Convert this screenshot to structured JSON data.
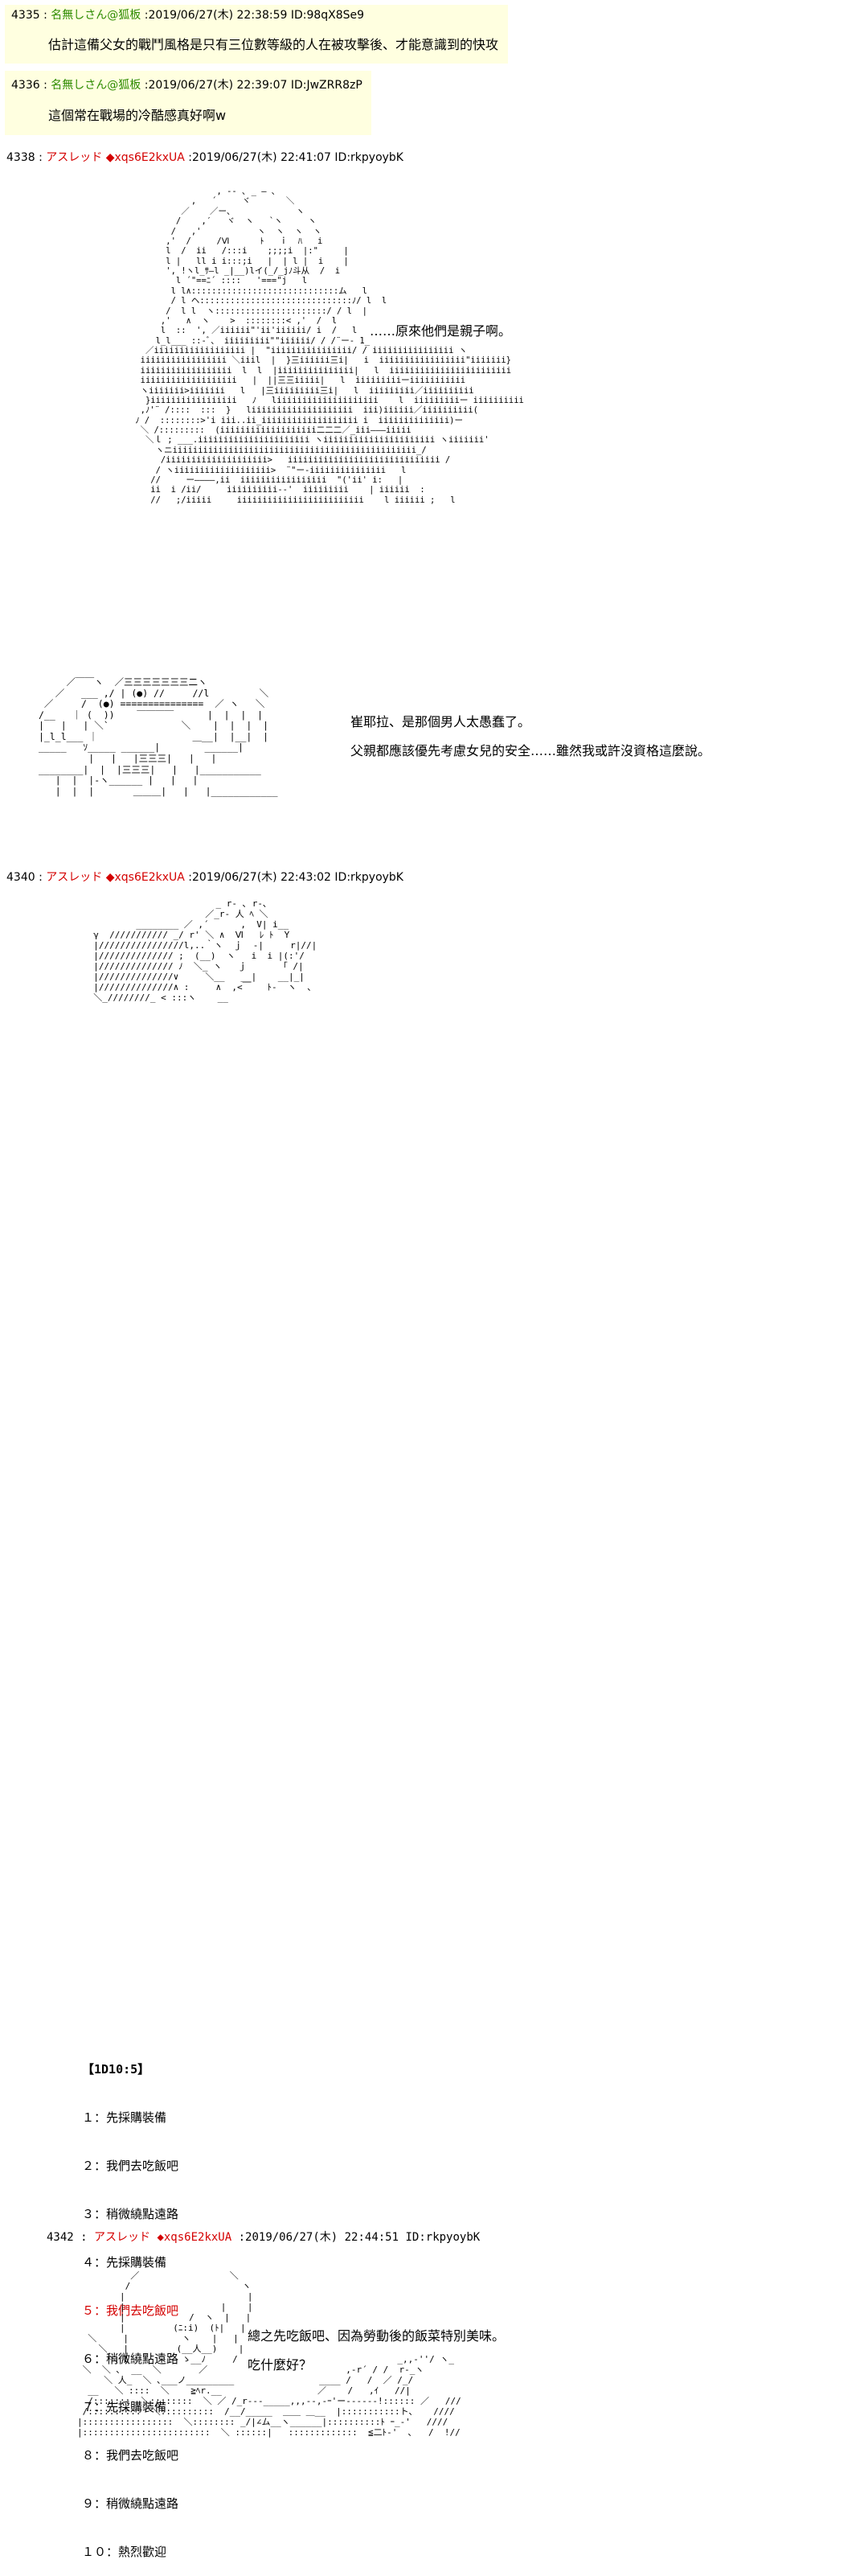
{
  "posts": [
    {
      "num": "4335",
      "name": "名無しさん@狐板",
      "date": "2019/06/27(木) 22:38:59",
      "id": "ID:98qX8Se9",
      "lines": [
        "估計這備父女的戰鬥風格是只有三位數等級的人在被攻擊後、才能意識到的快攻"
      ]
    },
    {
      "num": "4336",
      "name": "名無しさん@狐板",
      "date": "2019/06/27(木) 22:39:07",
      "id": "ID:JwZRR8zP",
      "lines": [
        "這個常在戰場的冷酷感真好啊w"
      ]
    },
    {
      "num": "4338",
      "name": "アスレッド",
      "trip": "◆xqs6E2kxUA",
      "date": "2019/06/27(木) 22:41:07",
      "id": "ID:rkpyoybK",
      "lines": [
        "……原來他們是親子啊。",
        "崔耶拉、是那個男人太愚蠢了。",
        "父親都應該優先考慮女兒的安全……雖然我或許沒資格這麼說。"
      ]
    },
    {
      "num": "4340",
      "name": "アスレッド",
      "trip": "◆xqs6E2kxUA",
      "date": "2019/06/27(木) 22:43:02",
      "id": "ID:rkpyoybK",
      "vote_title": "【1D10:5】",
      "vote_items": [
        "１：先採購裝備",
        "２：我們去吃飯吧",
        "３：稍微繞點遠路",
        "４：先採購裝備",
        "５：我們去吃飯吧",
        "６：稍微繞點遠路",
        "７：先採購裝備",
        "８：我們去吃飯吧",
        "９：稍微繞點遠路",
        "１０：熱烈歡迎"
      ]
    },
    {
      "num": "4342",
      "name": "アスレッド",
      "trip": "◆xqs6E2kxUA",
      "date": "2019/06/27(木) 22:44:51",
      "id": "ID:rkpyoybK",
      "lines": [
        "總之先吃飯吧、因為勞動後的飯菜特別美味。",
        "吃什麼好？"
      ]
    }
  ],
  "colors": {
    "quote_bg": "#ffffe0",
    "name_green": "#2e8b00",
    "name_red": "#d40000"
  }
}
